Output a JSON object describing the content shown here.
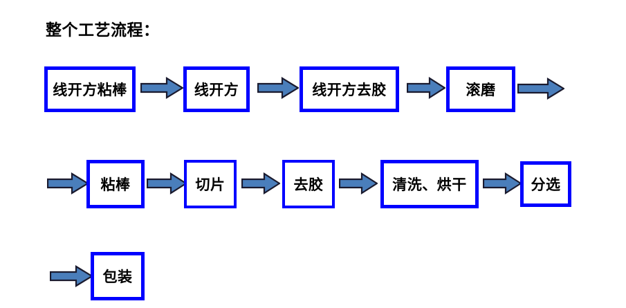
{
  "document": {
    "title": "整个工艺流程：",
    "background_color": "#ffffff"
  },
  "style": {
    "box_border_color": "#0000ff",
    "box_fill_color": "#ffffff",
    "arrow_fill_color": "#4a7ebb",
    "arrow_outline_color": "#1a1a2e",
    "text_color": "#000000"
  },
  "flow": {
    "type": "process-flowchart",
    "direction": "left-to-right, wrapping across 3 rows",
    "rows": [
      {
        "id": "row-1",
        "leading_arrow": false,
        "trailing_arrow": true,
        "nodes": [
          {
            "id": "node-1",
            "label": "线开方粘棒"
          },
          {
            "id": "node-2",
            "label": "线开方"
          },
          {
            "id": "node-3",
            "label": "线开方去胶"
          },
          {
            "id": "node-4",
            "label": "滚磨"
          }
        ]
      },
      {
        "id": "row-2",
        "leading_arrow": true,
        "trailing_arrow": false,
        "nodes": [
          {
            "id": "node-5",
            "label": "粘棒"
          },
          {
            "id": "node-6",
            "label": "切片"
          },
          {
            "id": "node-7",
            "label": "去胶"
          },
          {
            "id": "node-8",
            "label": "清洗、烘干"
          },
          {
            "id": "node-9",
            "label": "分选"
          }
        ]
      },
      {
        "id": "row-3",
        "leading_arrow": true,
        "trailing_arrow": false,
        "nodes": [
          {
            "id": "node-10",
            "label": "包装"
          }
        ]
      }
    ],
    "sequence": [
      "线开方粘棒",
      "线开方",
      "线开方去胶",
      "滚磨",
      "粘棒",
      "切片",
      "去胶",
      "清洗、烘干",
      "分选",
      "包装"
    ],
    "step_count": 10
  }
}
